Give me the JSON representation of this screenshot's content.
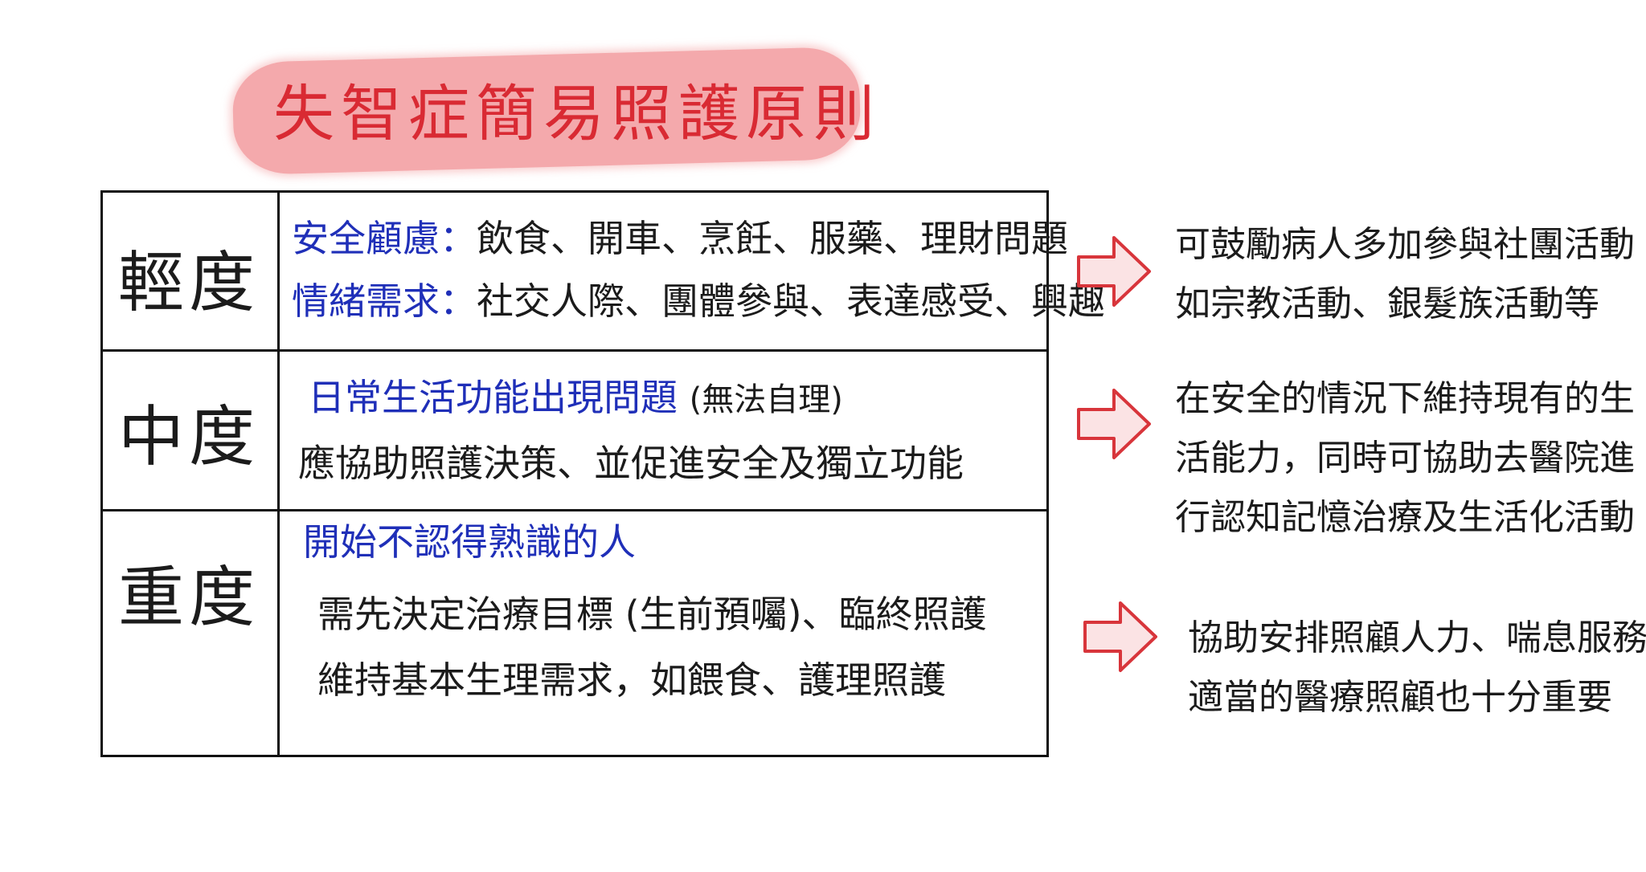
{
  "title": "失智症簡易照護原則",
  "rows": [
    {
      "level": "輕度",
      "lines": [
        {
          "label": "安全顧慮：",
          "text": "飲食、開車、烹飪、服藥、理財問題"
        },
        {
          "label": "情緒需求：",
          "text": "社交人際、團體參與、表達感受、興趣"
        }
      ],
      "advice": [
        "可鼓勵病人多加參與社團活動",
        "如宗教活動、銀髮族活動等"
      ]
    },
    {
      "level": "中度",
      "heading": "日常生活功能出現問題",
      "heading_note": "(無法自理)",
      "body": "應協助照護決策、並促進安全及獨立功能",
      "advice": [
        "在安全的情況下維持現有的生",
        "活能力，同時可協助去醫院進",
        "行認知記憶治療及生活化活動"
      ]
    },
    {
      "level": "重度",
      "heading": "開始不認得熟識的人",
      "body": [
        "需先決定治療目標 (生前預囑)、臨終照護",
        "維持基本生理需求，如餵食、護理照護"
      ],
      "advice": [
        "協助安排照顧人力、喘息服務",
        "適當的醫療照顧也十分重要"
      ]
    }
  ],
  "colors": {
    "title_red": "#d92a33",
    "title_highlight": "#f4a9ac",
    "blue_text": "#1f2fb8",
    "arrow_fill": "#fbe3e4",
    "arrow_stroke": "#d8353b"
  },
  "icons": {
    "arrow": "right-arrow-icon"
  }
}
